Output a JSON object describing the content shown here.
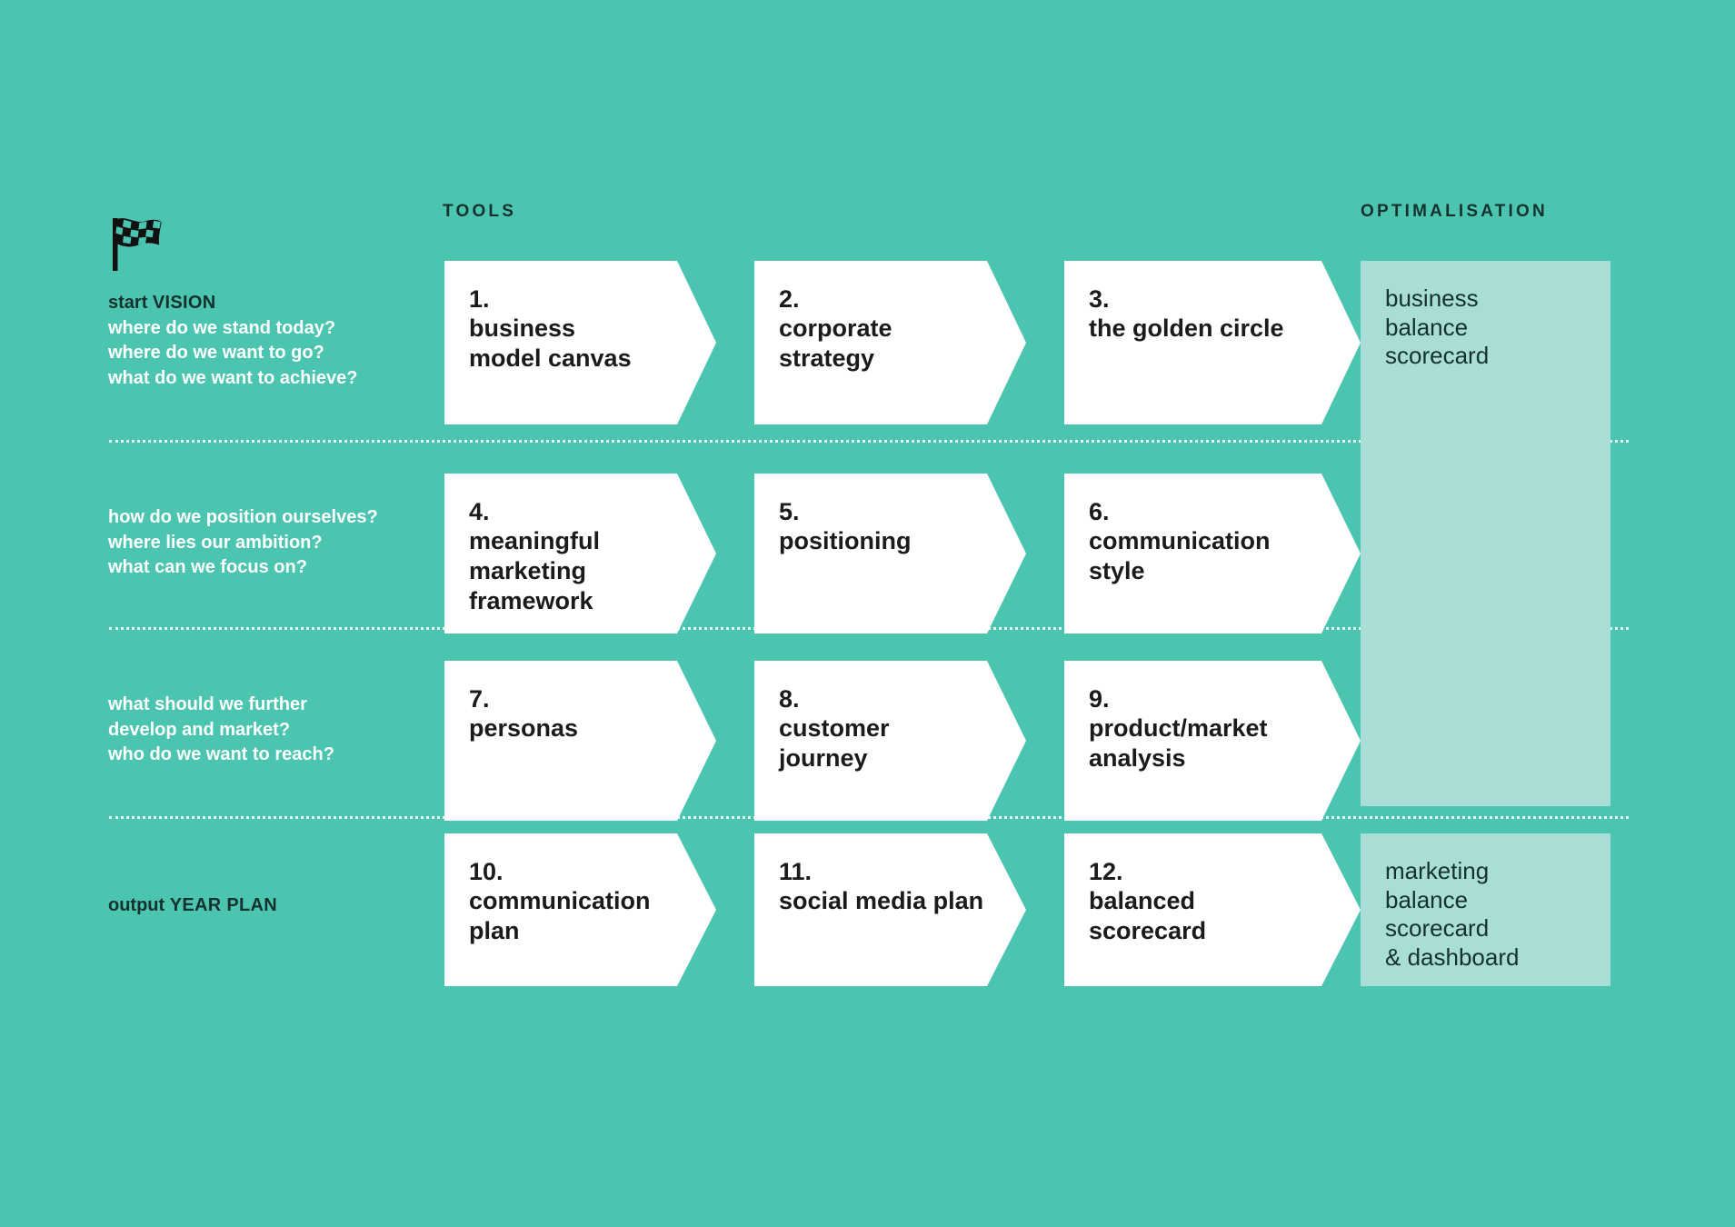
{
  "theme": {
    "background": "#4cc5b0",
    "panel": "#a9ded6",
    "arrow": "#ffffff",
    "dark_text": "#15312e",
    "light_text": "#ffffff",
    "arrow_text": "#1b1b1b"
  },
  "headers": {
    "tools": "TOOLS",
    "optimalisation": "OPTIMALISATION"
  },
  "flag": {
    "icon": "checkered-flag-icon"
  },
  "rows": [
    {
      "stage_prefix": "start ",
      "stage_name": "VISION",
      "questions": [
        "where do we stand today?",
        "where do we want to go?",
        "what do we want to achieve?"
      ]
    },
    {
      "stage_prefix": "",
      "stage_name": "",
      "questions": [
        "how do we position ourselves?",
        "where lies our ambition?",
        "what can we focus on?"
      ]
    },
    {
      "stage_prefix": "",
      "stage_name": "",
      "questions": [
        "what should we further",
        "develop and market?",
        "who do we want to reach?"
      ]
    },
    {
      "stage_prefix": "output ",
      "stage_name": "YEAR PLAN",
      "questions": []
    }
  ],
  "tools": [
    {
      "number": "1.",
      "title": "business\nmodel canvas"
    },
    {
      "number": "2.",
      "title": "corporate\nstrategy"
    },
    {
      "number": "3.",
      "title": "the golden circle"
    },
    {
      "number": "4.",
      "title": "meaningful\nmarketing\nframework"
    },
    {
      "number": "5.",
      "title": "positioning"
    },
    {
      "number": "6.",
      "title": "communication\nstyle"
    },
    {
      "number": "7.",
      "title": "personas"
    },
    {
      "number": "8.",
      "title": "customer\njourney"
    },
    {
      "number": "9.",
      "title": "product/market\nanalysis"
    },
    {
      "number": "10.",
      "title": "communication\nplan"
    },
    {
      "number": "11.",
      "title": "social media plan"
    },
    {
      "number": "12.",
      "title": "balanced\nscorecard"
    }
  ],
  "optimisation": [
    {
      "text": "business\nbalance\nscorecard"
    },
    {
      "text": "marketing\nbalance\nscorecard\n& dashboard"
    }
  ]
}
